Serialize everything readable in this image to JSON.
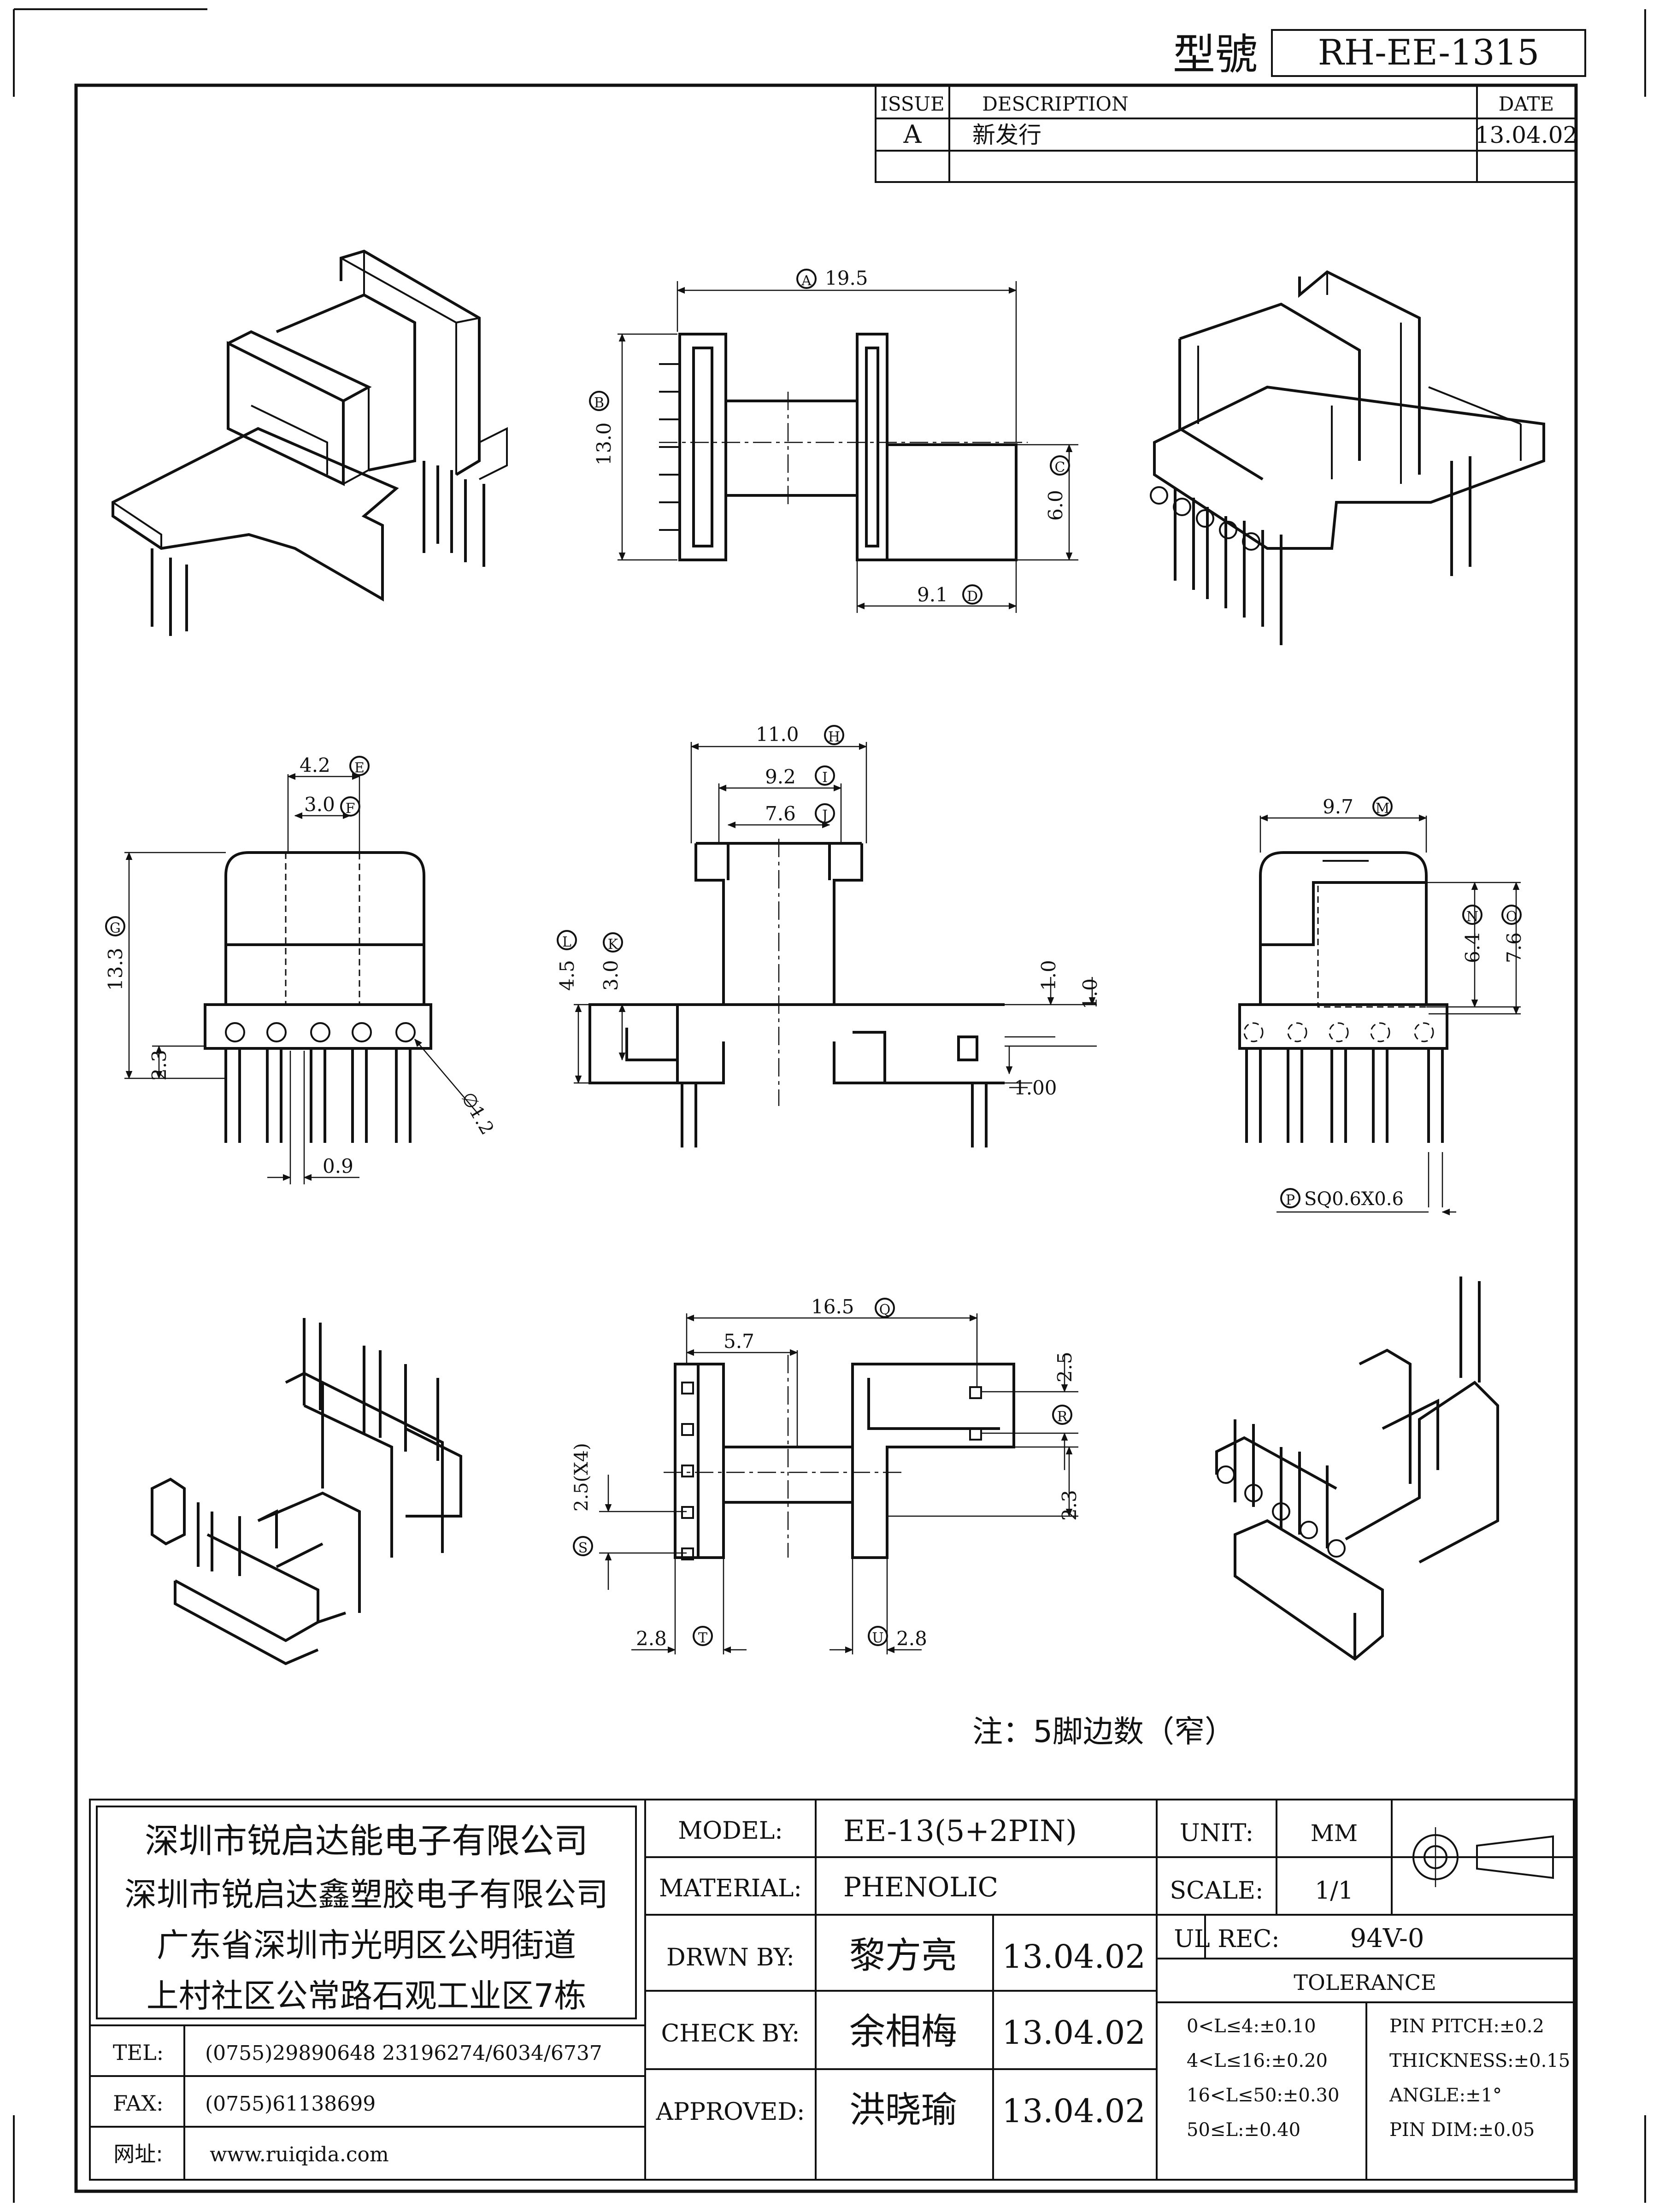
{
  "header": {
    "model_label": "型號",
    "model_value": "RH-EE-1315"
  },
  "revision_table": {
    "headers": [
      "ISSUE",
      "DESCRIPTION",
      "DATE"
    ],
    "rows": [
      {
        "issue": "A",
        "description": "新发行",
        "date": "13.04.02"
      }
    ]
  },
  "dimensions": {
    "A": "19.5",
    "B": "13.0",
    "C": "6.0",
    "D": "9.1",
    "H": "11.0",
    "I": "9.2",
    "J": "7.6",
    "E": "4.2",
    "F": "3.0",
    "G": "13.3",
    "pin_row_height": "2.3",
    "pin_diameter": "∅1.2",
    "pin_width": "0.9",
    "L": "4.5",
    "K": "3.0",
    "flange_1": "1.0",
    "flange_2": "1.0",
    "gap": "1.00",
    "M": "9.7",
    "N": "6.4",
    "O": "7.6",
    "P": "SQ0.6X0.6",
    "Q": "16.5",
    "top_offset": "5.7",
    "R": "2.5",
    "S": "2.5(X4)",
    "right_gap": "2.3",
    "T": "2.8",
    "U": "2.8"
  },
  "letters": [
    "A",
    "B",
    "C",
    "D",
    "E",
    "F",
    "G",
    "H",
    "I",
    "J",
    "K",
    "L",
    "M",
    "N",
    "O",
    "P",
    "Q",
    "R",
    "S",
    "T",
    "U"
  ],
  "note": "注：5脚边数（窄）",
  "company": {
    "lines": [
      "深圳市锐启达能电子有限公司",
      "深圳市锐启达鑫塑胶电子有限公司",
      "广东省深圳市光明区公明街道",
      "上村社区公常路石观工业区7栋"
    ],
    "tel_label": "TEL:",
    "tel": "(0755)29890648   23196274/6034/6737",
    "fax_label": "FAX:",
    "fax": "(0755)61138699",
    "web_label": "网址:",
    "web": "www.ruiqida.com"
  },
  "title_block": {
    "model_label": "MODEL:",
    "model": "EE-13(5+2PIN)",
    "material_label": "MATERIAL:",
    "material": "PHENOLIC",
    "drawn_label": "DRWN BY:",
    "drawn_by": "黎方亮",
    "drawn_date": "13.04.02",
    "check_label": "CHECK BY:",
    "check_by": "余相梅",
    "check_date": "13.04.02",
    "approved_label": "APPROVED:",
    "approved_by": "洪晓瑜",
    "approved_date": "13.04.02",
    "unit_label": "UNIT:",
    "unit": "MM",
    "scale_label": "SCALE:",
    "scale": "1/1",
    "ul_label": "UL REC:",
    "ul": "94V-0",
    "tolerance_label": "TOLERANCE",
    "tolerance_left": [
      "0<L≤4:±0.10",
      "4<L≤16:±0.20",
      "16<L≤50:±0.30",
      "50≤L:±0.40"
    ],
    "tolerance_right": [
      "PIN PITCH:±0.2",
      "THICKNESS:±0.15",
      "ANGLE:±1°",
      "PIN DIM:±0.05"
    ]
  }
}
